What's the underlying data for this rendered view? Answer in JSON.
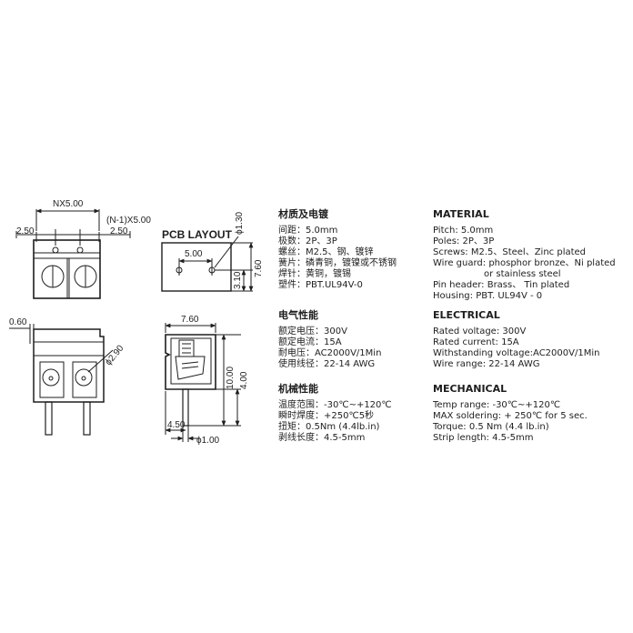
{
  "drawings": {
    "top_view": {
      "nx": "NX5.00",
      "n1": "(N-1)X5.00",
      "left": "2.50",
      "right": "2.50"
    },
    "pcb_layout": {
      "title": "PCB LAYOUT",
      "pitch": "5.00",
      "hole": "ϕ1.30",
      "h1": "3.10",
      "h2": "7.60"
    },
    "front_view": {
      "width": "0.60",
      "wire": "ϕ2.90"
    },
    "side_view": {
      "width": "7.60",
      "height": "10.00",
      "pin_len": "4.00",
      "offset": "4.50",
      "pin_dia": "ϕ1.00"
    }
  },
  "cn": {
    "material": {
      "title": "材质及电镀",
      "items": [
        "间距：5.0mm",
        "极数：2P、3P",
        "螺丝：M2.5、钢、镀锌",
        "簧片：磷青铜，镀镍或不锈钢",
        "焊针：黄铜，镀锡",
        "塑件：PBT.UL94V-0"
      ]
    },
    "electrical": {
      "title": "电气性能",
      "items": [
        "额定电压：300V",
        "额定电流：15A",
        "耐电压：AC2000V/1Min",
        "使用线径：22-14 AWG"
      ]
    },
    "mechanical": {
      "title": "机械性能",
      "items": [
        "温度范围：-30℃~+120℃",
        "瞬时焊度：+250℃5秒",
        "扭矩：0.5Nm (4.4lb.in)",
        "剥线长度：4.5-5mm"
      ]
    }
  },
  "en": {
    "material": {
      "title": "MATERIAL",
      "items": [
        "Pitch: 5.0mm",
        "Poles: 2P、3P",
        "Screws: M2.5、Steel、Zinc plated",
        "Wire guard: phosphor bronze、Ni plated",
        "or stainless steel",
        "Pin header: Brass、 Tin plated",
        "Housing: PBT. UL94V - 0"
      ]
    },
    "electrical": {
      "title": "ELECTRICAL",
      "items": [
        "Rated voltage: 300V",
        "Rated current: 15A",
        "Withstanding voltage:AC2000V/1Min",
        "Wire range: 22-14 AWG"
      ]
    },
    "mechanical": {
      "title": "MECHANICAL",
      "items": [
        "Temp range: -30℃~+120℃",
        "MAX soldering: + 250℃ for 5 sec.",
        "Torque: 0.5 Nm (4.4 lb.in)",
        "Strip length: 4.5-5mm"
      ]
    }
  }
}
